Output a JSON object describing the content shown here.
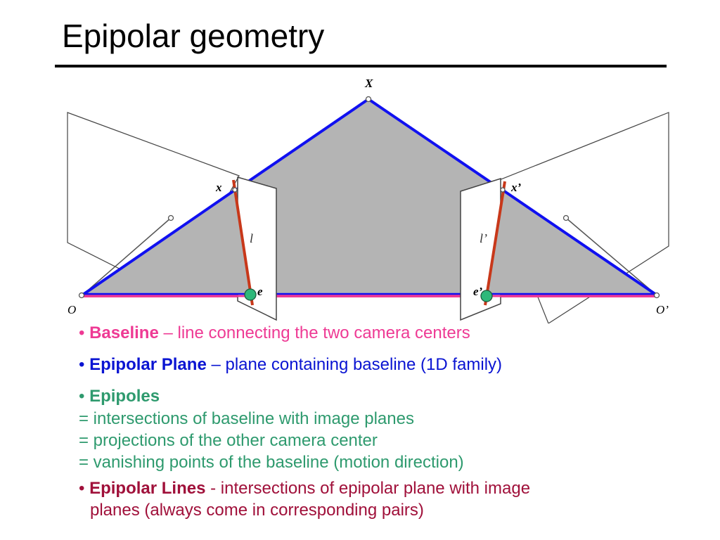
{
  "slide": {
    "title": "Epipolar geometry"
  },
  "figure": {
    "point_label": "X",
    "left_image_point_label": "x",
    "right_image_point_label": "x’",
    "left_epipolar_line_label": "l",
    "right_epipolar_line_label": "l’",
    "left_epipole_label": "e",
    "right_epipole_label": "e’",
    "left_center_label": "O",
    "right_center_label": "O’",
    "colors": {
      "baseline": "#ee3a94",
      "plane_edge": "#1010f0",
      "plane_fill": "#b4b4b4",
      "epipolar_line": "#c8381a",
      "epipole": "#2eb87a"
    }
  },
  "bullets": {
    "baseline": {
      "term": "Baseline",
      "desc": "– line connecting the two camera centers"
    },
    "plane": {
      "term": "Epipolar Plane",
      "desc": "– plane containing baseline (1D family)"
    },
    "epipoles": {
      "term": "Epipoles",
      "lines": [
        "= intersections of baseline with image planes",
        "= projections of the other camera center",
        "= vanishing points of the baseline (motion direction)"
      ]
    },
    "lines": {
      "term": "Epipolar Lines",
      "desc": "- intersections of epipolar plane with image",
      "desc2": "planes (always come in corresponding pairs)"
    }
  }
}
